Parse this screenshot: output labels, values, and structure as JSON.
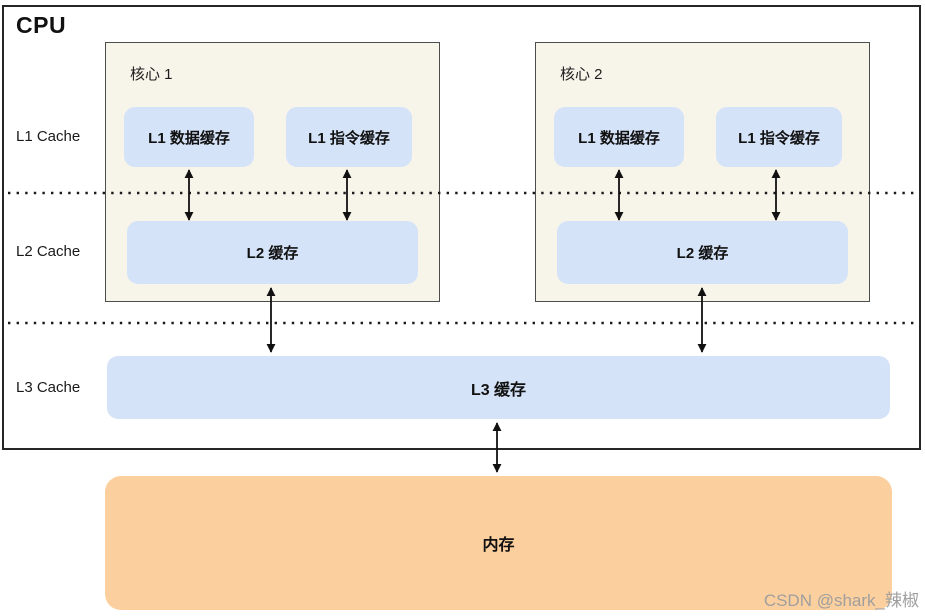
{
  "cpu": {
    "title": "CPU"
  },
  "row_labels": [
    {
      "id": "l1",
      "label": "L1 Cache"
    },
    {
      "id": "l2",
      "label": "L2 Cache"
    },
    {
      "id": "l3",
      "label": "L3 Cache"
    }
  ],
  "cores": [
    {
      "title": "核心 1",
      "l1_data": "L1 数据缓存",
      "l1_instruction": "L1 指令缓存",
      "l2": "L2 缓存"
    },
    {
      "title": "核心 2",
      "l1_data": "L1 数据缓存",
      "l1_instruction": "L1 指令缓存",
      "l2": "L2 缓存"
    }
  ],
  "l3": {
    "label": "L3 缓存"
  },
  "memory": {
    "label": "内存"
  },
  "watermark": "CSDN @shark_辣椒",
  "colors": {
    "cache_fill": "#d5e3f8",
    "core_fill": "#f7f4ea",
    "memory_fill": "#fccf9e",
    "cpu_border": "#262626",
    "core_border": "#4d4d4d",
    "arrow": "#111111",
    "watermark_text": "#9f9f9f"
  }
}
